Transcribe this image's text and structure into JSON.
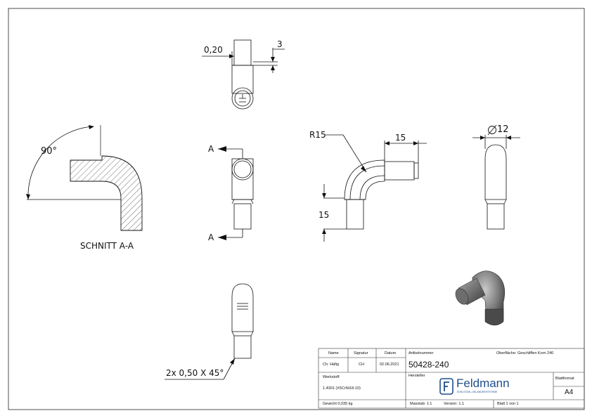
{
  "drawing": {
    "section_label": "SCHNITT A-A",
    "angle_label": "90°",
    "cut_marker": "A",
    "dims": {
      "d_020": "0,20",
      "d_3": "3",
      "radius": "R15",
      "d_15_top": "15",
      "d_15_left": "15",
      "diameter": "12",
      "chamfer": "2x 0,50 X 45°"
    },
    "colors": {
      "line": "#111111",
      "hatch": "#333333",
      "shade": "#555555"
    }
  },
  "title_block": {
    "hdr_name": "Name",
    "hdr_signature": "Signatur",
    "hdr_date": "Datum",
    "name": "Ch. Häfig",
    "signature": "CH",
    "date": "02.06.2021",
    "article_label": "Artikelnummer",
    "surface": "Oberfläche: Geschliffen Korn 240",
    "article_number": "50428-240",
    "manufacturer_label": "Hersteller",
    "material_label": "Werkstoff:",
    "material": "1.4301 (X5CrNi18-10)",
    "brand": "Feldmann",
    "brand_tagline": "EDELSTAHL-GELÄNDERSYSTEME",
    "format_label": "Blattformat",
    "format": "A4",
    "weight": "Gewicht 0,035 kg",
    "scale": "Masstab: 1:1",
    "version": "Version: 1.1",
    "sheet": "Blatt 1 von 1"
  }
}
